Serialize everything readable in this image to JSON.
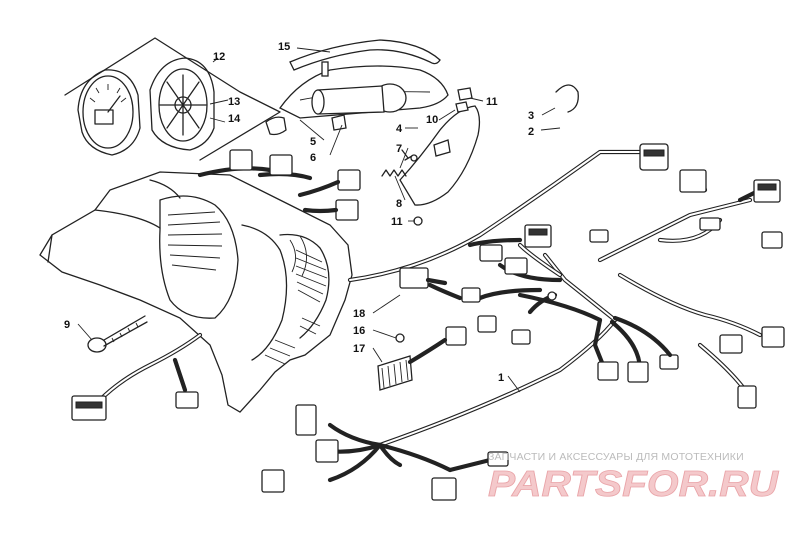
{
  "callouts": [
    {
      "id": "c1",
      "label": "1"
    },
    {
      "id": "c2",
      "label": "2"
    },
    {
      "id": "c3",
      "label": "3"
    },
    {
      "id": "c4",
      "label": "4"
    },
    {
      "id": "c5",
      "label": "5"
    },
    {
      "id": "c6",
      "label": "6"
    },
    {
      "id": "c7",
      "label": "7"
    },
    {
      "id": "c8",
      "label": "8"
    },
    {
      "id": "c9",
      "label": "9"
    },
    {
      "id": "c10",
      "label": "10"
    },
    {
      "id": "c11a",
      "label": "11"
    },
    {
      "id": "c11b",
      "label": "11"
    },
    {
      "id": "c12",
      "label": "12"
    },
    {
      "id": "c13",
      "label": "13"
    },
    {
      "id": "c14",
      "label": "14"
    },
    {
      "id": "c15",
      "label": "15"
    },
    {
      "id": "c16",
      "label": "16"
    },
    {
      "id": "c17",
      "label": "17"
    },
    {
      "id": "c18",
      "label": "18"
    }
  ],
  "watermark": {
    "text": "ЗАПЧАСТИ И АКСЕССУАРЫ ДЛЯ МОТОТЕХНИКИ",
    "logo": "PARTSFOR.RU",
    "logo_color": "#f4c9cb"
  }
}
